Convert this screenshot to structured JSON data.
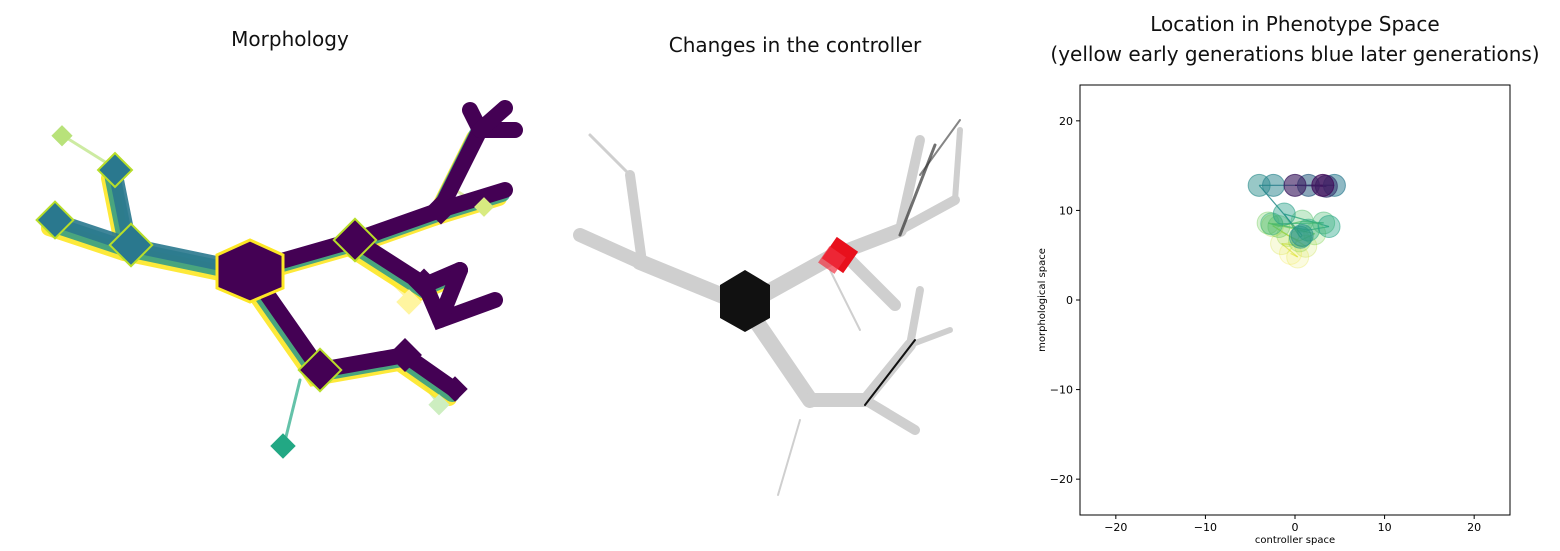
{
  "panels": {
    "morphology": {
      "title": "Morphology"
    },
    "controller": {
      "title": "Changes in the controller"
    },
    "phenotype": {
      "title_line1": "Location in Phenotype Space",
      "title_line2": "(yellow early generations blue later generations)"
    }
  },
  "colors": {
    "morph_dark": "#440154",
    "morph_teal": "#2a788e",
    "morph_green": "#22a884",
    "morph_lime": "#7ad151",
    "morph_yellow": "#fde725",
    "ctrl_gray": "#c8c8c8",
    "ctrl_black": "#111111",
    "ctrl_highlight": "#e8101c"
  },
  "chart_data": {
    "type": "scatter",
    "title": "",
    "xlabel": "controller space",
    "ylabel": "morphological space",
    "xlim": [
      -24,
      24
    ],
    "ylim": [
      -24,
      24
    ],
    "xticks": [
      -20,
      -10,
      0,
      10,
      20
    ],
    "yticks": [
      -20,
      -10,
      0,
      10,
      20
    ],
    "grid": false,
    "colormap": "viridis_reversed (yellow early, blue later)",
    "points": [
      {
        "x": -0.5,
        "y": 5.2,
        "t": 0.02
      },
      {
        "x": 0.3,
        "y": 4.8,
        "t": 0.05
      },
      {
        "x": -1.5,
        "y": 6.3,
        "t": 0.08
      },
      {
        "x": 1.2,
        "y": 6.0,
        "t": 0.11
      },
      {
        "x": -2.5,
        "y": 8.3,
        "t": 0.14
      },
      {
        "x": -0.8,
        "y": 7.2,
        "t": 0.18
      },
      {
        "x": 0.5,
        "y": 6.6,
        "t": 0.21
      },
      {
        "x": 2.2,
        "y": 7.4,
        "t": 0.24
      },
      {
        "x": -3.0,
        "y": 8.6,
        "t": 0.28
      },
      {
        "x": -1.8,
        "y": 8.2,
        "t": 0.32
      },
      {
        "x": 0.8,
        "y": 8.8,
        "t": 0.36
      },
      {
        "x": 3.2,
        "y": 8.6,
        "t": 0.4
      },
      {
        "x": -2.6,
        "y": 8.5,
        "t": 0.44
      },
      {
        "x": 1.5,
        "y": 7.8,
        "t": 0.48
      },
      {
        "x": 3.8,
        "y": 8.2,
        "t": 0.52
      },
      {
        "x": -1.2,
        "y": 9.6,
        "t": 0.55
      },
      {
        "x": 0.6,
        "y": 7.0,
        "t": 0.58
      },
      {
        "x": 0.8,
        "y": 7.2,
        "t": 0.62
      },
      {
        "x": -4.0,
        "y": 12.8,
        "t": 0.65
      },
      {
        "x": -2.4,
        "y": 12.8,
        "t": 0.7
      },
      {
        "x": 4.4,
        "y": 12.8,
        "t": 0.74
      },
      {
        "x": 1.5,
        "y": 12.8,
        "t": 0.8
      },
      {
        "x": 3.5,
        "y": 12.7,
        "t": 0.88
      },
      {
        "x": 0.0,
        "y": 12.8,
        "t": 0.94
      },
      {
        "x": 3.1,
        "y": 12.8,
        "t": 0.98
      }
    ]
  }
}
